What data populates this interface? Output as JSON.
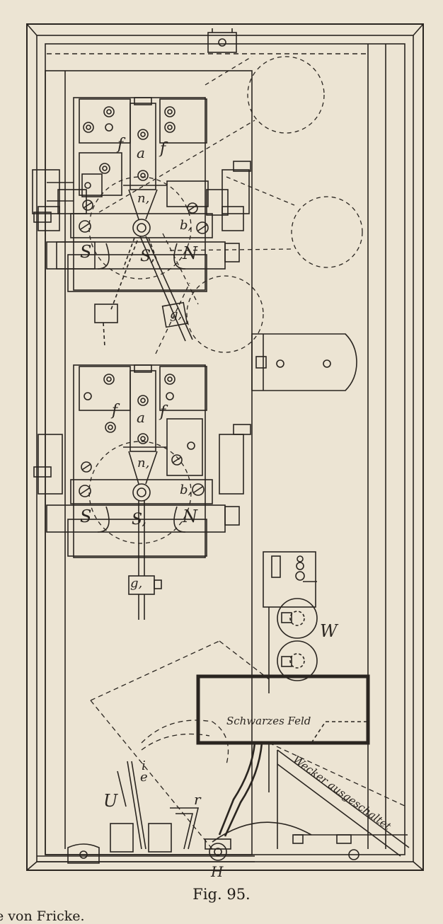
{
  "figure": {
    "caption": "Fig. 95.",
    "labels": {
      "top_f_left": "f",
      "top_a": "a",
      "top_f_right": "f",
      "top_n": "n,",
      "top_b": "b,",
      "top_S_left": "S",
      "top_S_center": "S,",
      "top_N": "N",
      "top_g": "g,",
      "mid_f_left": "f",
      "mid_a": "a",
      "mid_f_right": "f",
      "mid_n": "n,",
      "mid_b": "b,",
      "mid_S_left": "S",
      "mid_S_center": "S,",
      "mid_N": "N",
      "mid_g": "g,",
      "W": "W",
      "schwarzes_feld": "Schwarzes Feld",
      "wecker": "Wecker ausgeschaltet",
      "i": "i",
      "e": "e",
      "U": "U",
      "r": "r",
      "H": "H"
    }
  },
  "footer_fragment": "e von Fricke."
}
